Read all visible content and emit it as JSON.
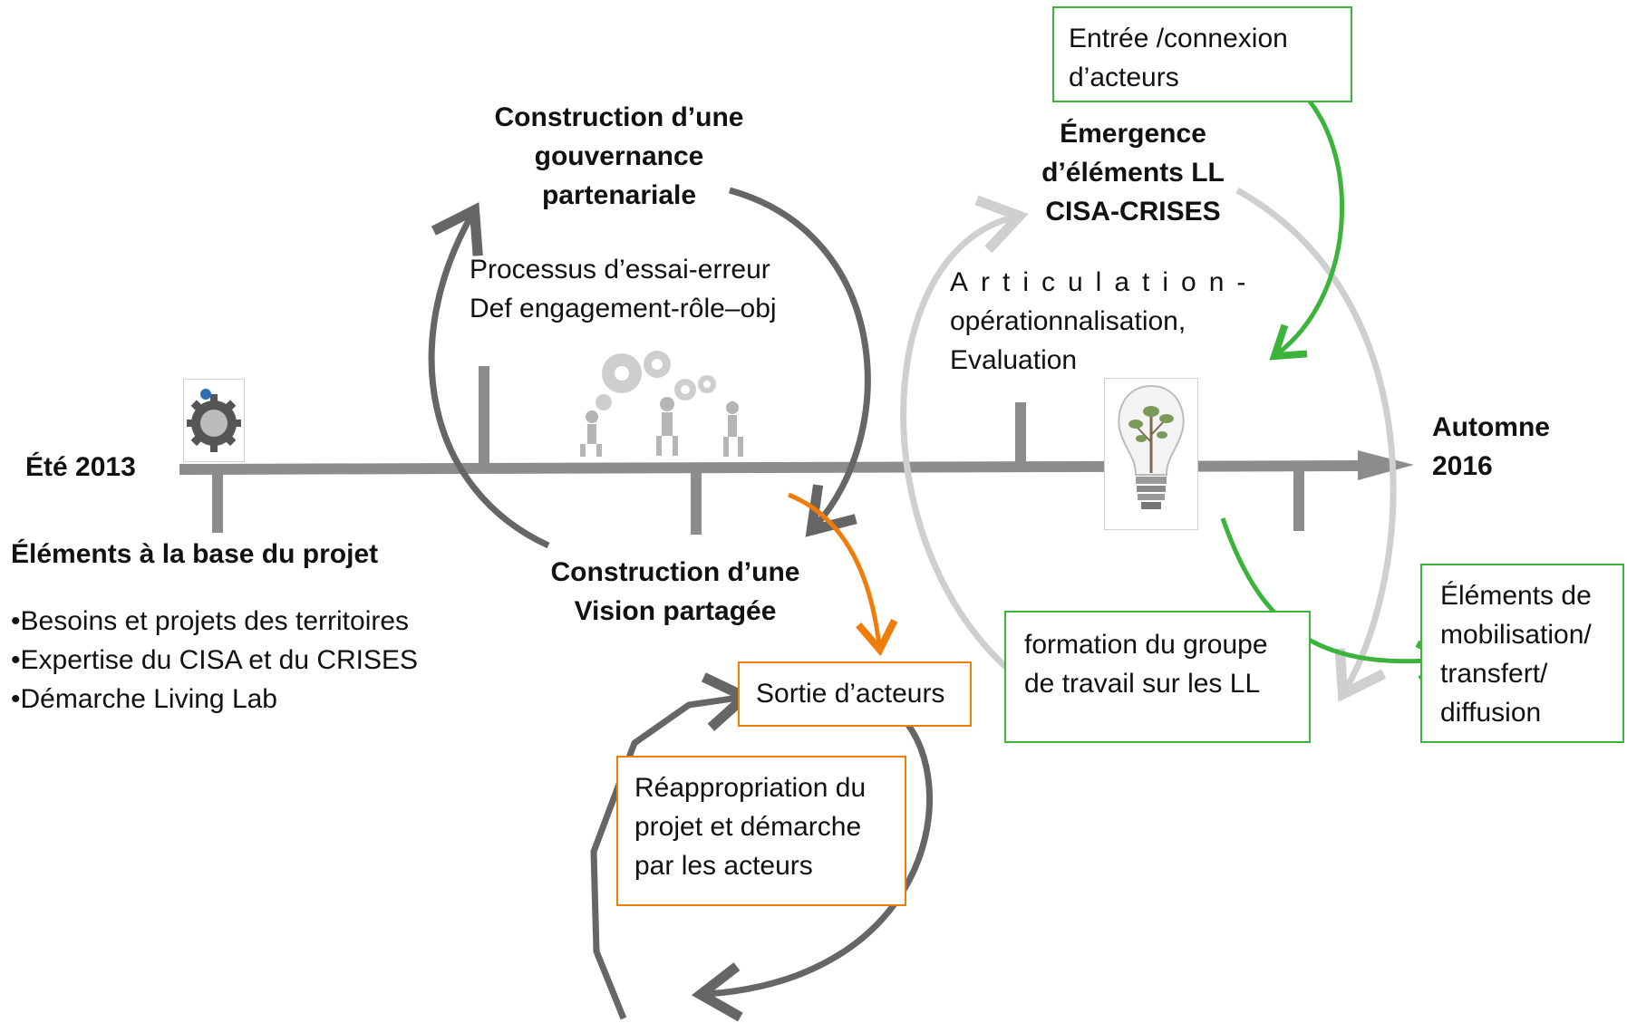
{
  "timeline": {
    "start_label": "Été 2013",
    "end_label": [
      "Automne",
      "2016"
    ]
  },
  "base": {
    "title": "Éléments à la base du projet",
    "items": [
      "•Besoins et projets des territoires",
      "•Expertise du CISA et du CRISES",
      "•Démarche Living Lab"
    ]
  },
  "governance": {
    "title": [
      "Construction d’une",
      "gouvernance",
      "partenariale"
    ],
    "process": [
      "Processus d’essai-erreur",
      "Def engagement-rôle–obj"
    ]
  },
  "vision": {
    "title": [
      "Construction d’une",
      "Vision partagée"
    ]
  },
  "emergence": {
    "title": [
      "Émergence",
      "d’éléments  LL",
      "CISA-CRISES"
    ],
    "articulation": [
      "Articulation-",
      "opérationnalisation,",
      "Evaluation"
    ]
  },
  "boxes": {
    "entry": [
      "Entrée /connexion",
      "d’acteurs"
    ],
    "exit": "Sortie d’acteurs",
    "reappropriation": [
      "Réappropriation  du",
      "projet  et  démarche",
      "par les acteurs"
    ],
    "formation": [
      "formation du groupe",
      "de travail sur les LL"
    ],
    "mobilisation": [
      "Éléments de",
      "mobilisation/",
      "transfert/",
      "diffusion"
    ]
  },
  "icons": {
    "gear": "gear-icon",
    "people_gears": "people-gears-icon",
    "bulb": "lightbulb-tree-icon"
  },
  "colors": {
    "timeline": "#8c8c8c",
    "dark_arrow": "#666666",
    "light_arrow": "#cfcfcf",
    "green": "#3cb43c",
    "orange": "#f07d0a"
  }
}
